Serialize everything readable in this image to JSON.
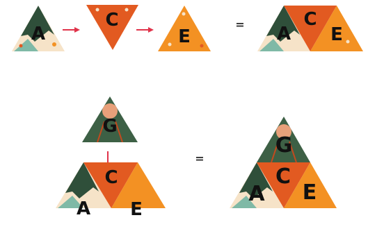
{
  "tiles": {
    "a": {
      "letter": "A",
      "color": "#f6e3c8"
    },
    "c": {
      "letter": "C",
      "color": "#e25a21"
    },
    "e": {
      "letter": "E",
      "color": "#f39123"
    },
    "g": {
      "letter": "G",
      "color": "#3d6045"
    }
  },
  "operators": {
    "equals": "="
  },
  "colors": {
    "arrow": "#e0334a",
    "mountain": "#2f4f3a",
    "sand": "#f6e3c8",
    "orange": "#e25a21",
    "amber": "#f39123",
    "forest": "#3d6045"
  }
}
